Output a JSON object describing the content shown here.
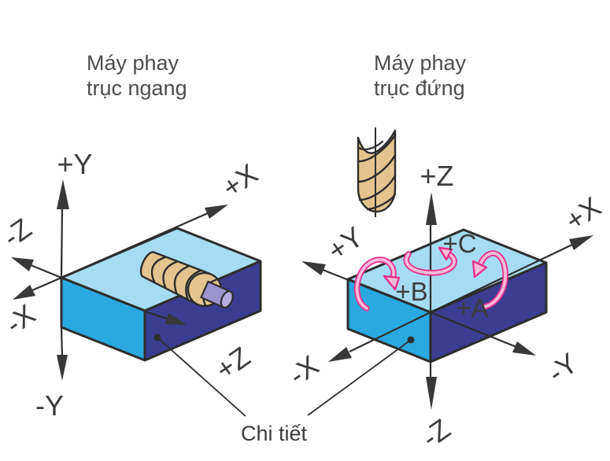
{
  "figure": {
    "left_diagram": {
      "title_line1": "Máy phay",
      "title_line2": "trục ngang",
      "axis_labels": {
        "x_pos": "+X",
        "x_neg": "-X",
        "y_pos": "+Y",
        "y_neg": "-Y",
        "z_pos": "+Z",
        "z_neg": "-Z"
      }
    },
    "right_diagram": {
      "title_line1": "Máy phay",
      "title_line2": "trục đứng",
      "axis_labels": {
        "x_pos": "+X",
        "x_neg": "-X",
        "y_pos": "+Y",
        "y_neg": "-Y",
        "z_pos": "+Z",
        "z_neg": "-Z"
      },
      "rotation_labels": {
        "a": "+A",
        "b": "+B",
        "c": "+C"
      }
    },
    "caption": "Chi tiết",
    "colors": {
      "workpiece_top": "#a6dcf2",
      "workpiece_left": "#29a9e0",
      "workpiece_right": "#3b3d91",
      "cutter_body": "#e4c48e",
      "shaft": "#9c94cf",
      "shaft_cap": "#b5abde",
      "rotation_arrow": "#e6318e",
      "rotation_arrow_inner": "#f8bbda",
      "line": "#2d2d2d",
      "text": "#3c3c3c"
    }
  }
}
